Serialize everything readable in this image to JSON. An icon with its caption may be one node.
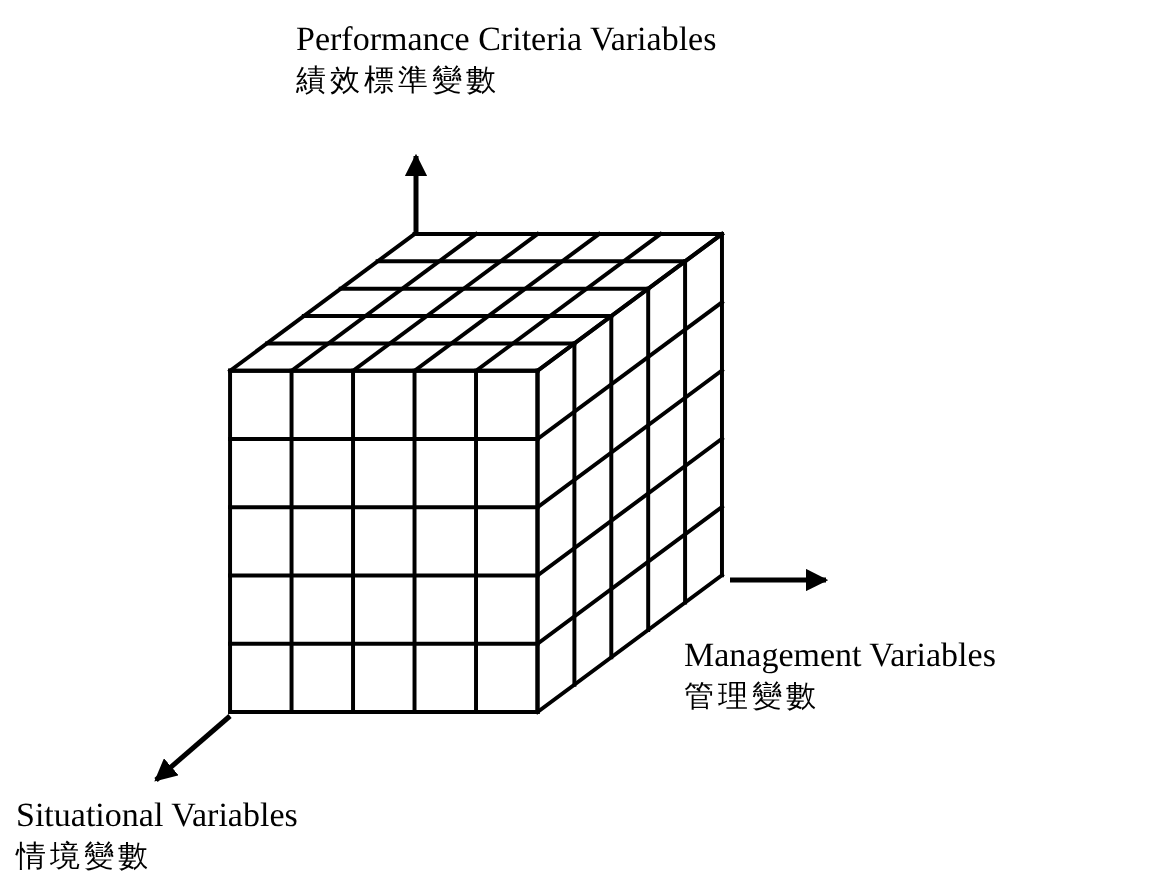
{
  "diagram": {
    "nodes": [
      {
        "text": [],
        "shape": "cube"
      },
      {
        "text": [
          "Performance Criteria Variables",
          "績效標準變數"
        ]
      },
      {
        "text": [
          "Management Variables",
          "管理變數"
        ]
      },
      {
        "text": [
          "Situational Variables",
          "情境變數"
        ]
      }
    ],
    "edges": [
      {
        "from": 0,
        "to": 1,
        "arrow": "to"
      },
      {
        "from": 0,
        "to": 2,
        "arrow": "to"
      },
      {
        "from": 0,
        "to": 3,
        "arrow": "to"
      }
    ]
  }
}
